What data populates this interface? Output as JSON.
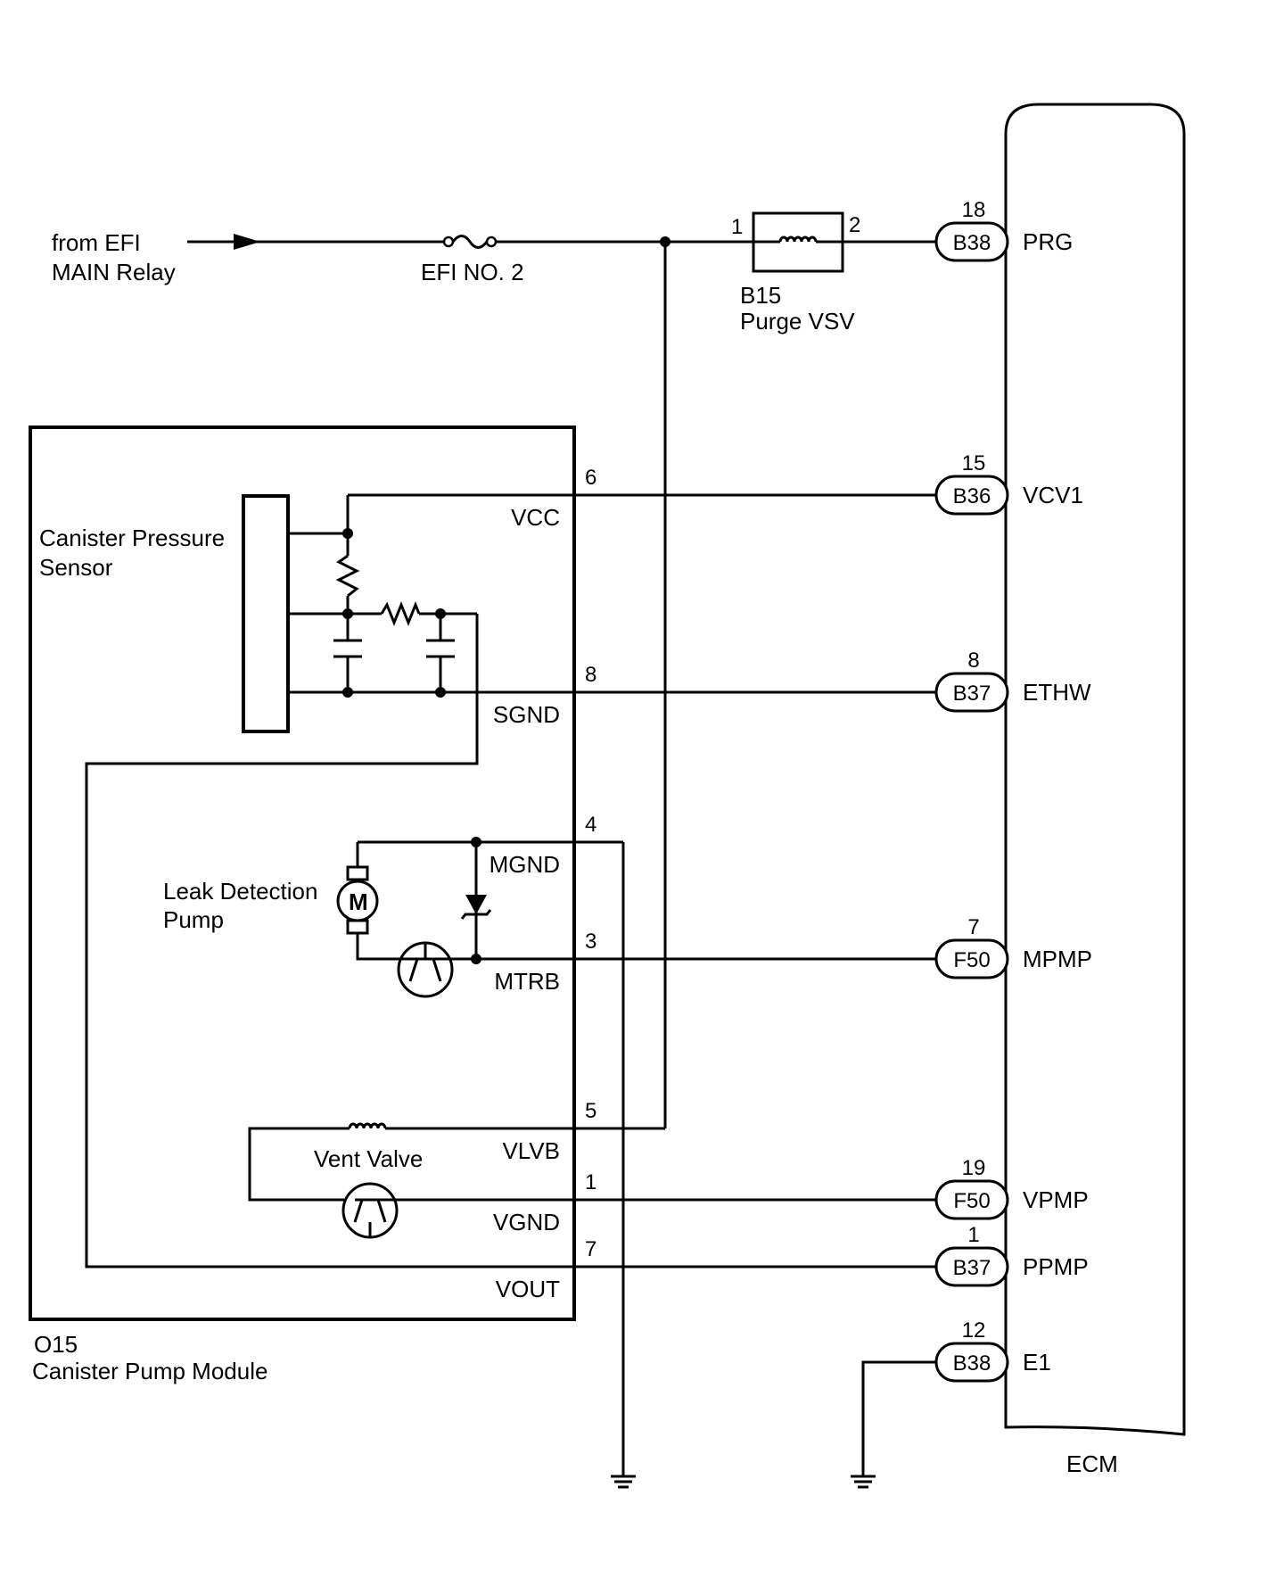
{
  "source": {
    "line1": "from EFI",
    "line2": "MAIN Relay"
  },
  "fuse": {
    "label": "EFI NO. 2"
  },
  "purge_vsv": {
    "pin_in": "1",
    "pin_out": "2",
    "connector": "B15",
    "name": "Purge VSV"
  },
  "module": {
    "connector": "O15",
    "name": "Canister Pump Module",
    "sensor": {
      "line1": "Canister Pressure",
      "line2": "Sensor"
    },
    "pump": {
      "line1": "Leak Detection",
      "line2": "Pump",
      "motor_symbol": "M"
    },
    "vent_valve": "Vent Valve",
    "terminals": [
      {
        "pin": "6",
        "name": "VCC"
      },
      {
        "pin": "8",
        "name": "SGND"
      },
      {
        "pin": "4",
        "name": "MGND"
      },
      {
        "pin": "3",
        "name": "MTRB"
      },
      {
        "pin": "5",
        "name": "VLVB"
      },
      {
        "pin": "1",
        "name": "VGND"
      },
      {
        "pin": "7",
        "name": "VOUT"
      }
    ]
  },
  "ecm": {
    "name": "ECM",
    "terminals": [
      {
        "pin": "18",
        "connector": "B38",
        "signal": "PRG"
      },
      {
        "pin": "15",
        "connector": "B36",
        "signal": "VCV1"
      },
      {
        "pin": "8",
        "connector": "B37",
        "signal": "ETHW"
      },
      {
        "pin": "7",
        "connector": "F50",
        "signal": "MPMP"
      },
      {
        "pin": "19",
        "connector": "F50",
        "signal": "VPMP"
      },
      {
        "pin": "1",
        "connector": "B37",
        "signal": "PPMP"
      },
      {
        "pin": "12",
        "connector": "B38",
        "signal": "E1"
      }
    ]
  },
  "icons": [
    "arrow-icon",
    "fuse-icon",
    "coil-icon",
    "resistor-icon",
    "capacitor-icon",
    "motor-icon",
    "zener-diode-icon",
    "transistor-icon",
    "ground-icon"
  ]
}
